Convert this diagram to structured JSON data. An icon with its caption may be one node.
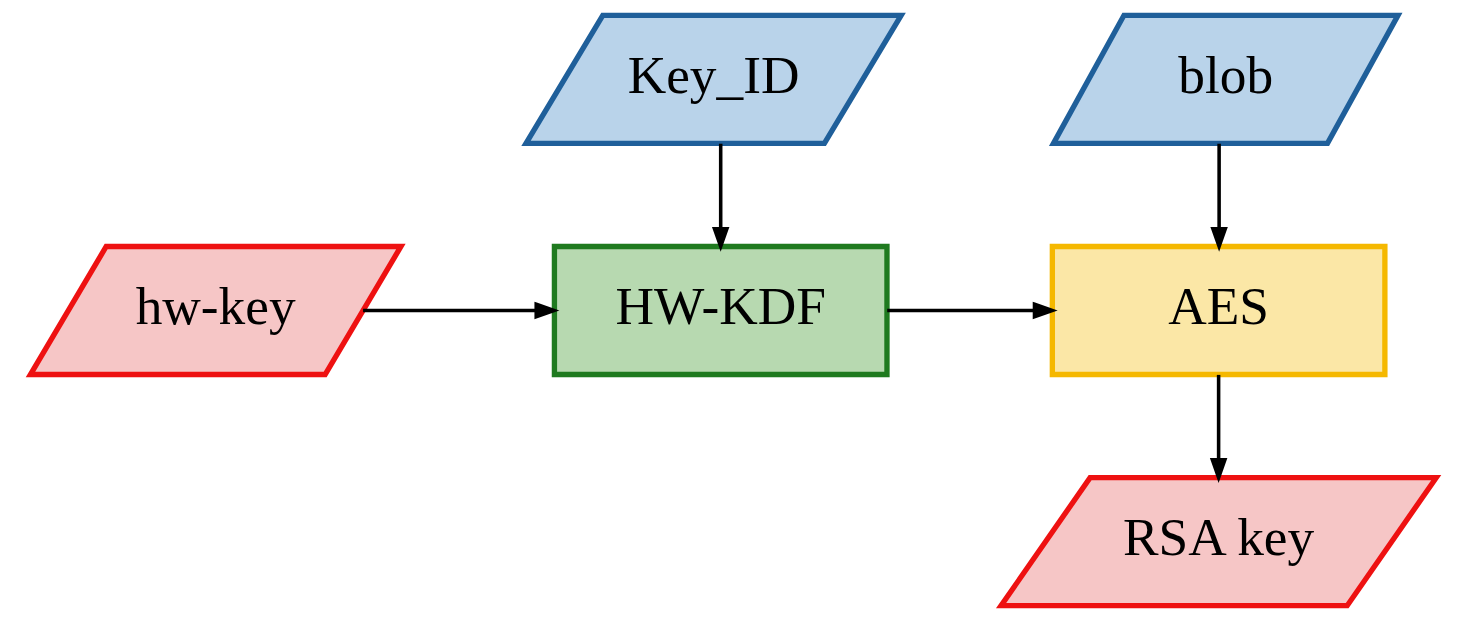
{
  "diagram": {
    "nodes": [
      {
        "text": [
          "Key_ID"
        ]
      },
      {
        "text": [
          "blob"
        ]
      },
      {
        "text": [
          "hw-key"
        ]
      },
      {
        "text": [
          "HW-KDF"
        ]
      },
      {
        "text": [
          "AES"
        ]
      },
      {
        "text": [
          "RSA key"
        ]
      }
    ],
    "edges": [
      {
        "from": 0,
        "to": 3,
        "arrow": "to"
      },
      {
        "from": 1,
        "to": 4,
        "arrow": "to"
      },
      {
        "from": 2,
        "to": 3,
        "arrow": "to"
      },
      {
        "from": 3,
        "to": 4,
        "arrow": "to"
      },
      {
        "from": 4,
        "to": 5,
        "arrow": "to"
      }
    ]
  }
}
